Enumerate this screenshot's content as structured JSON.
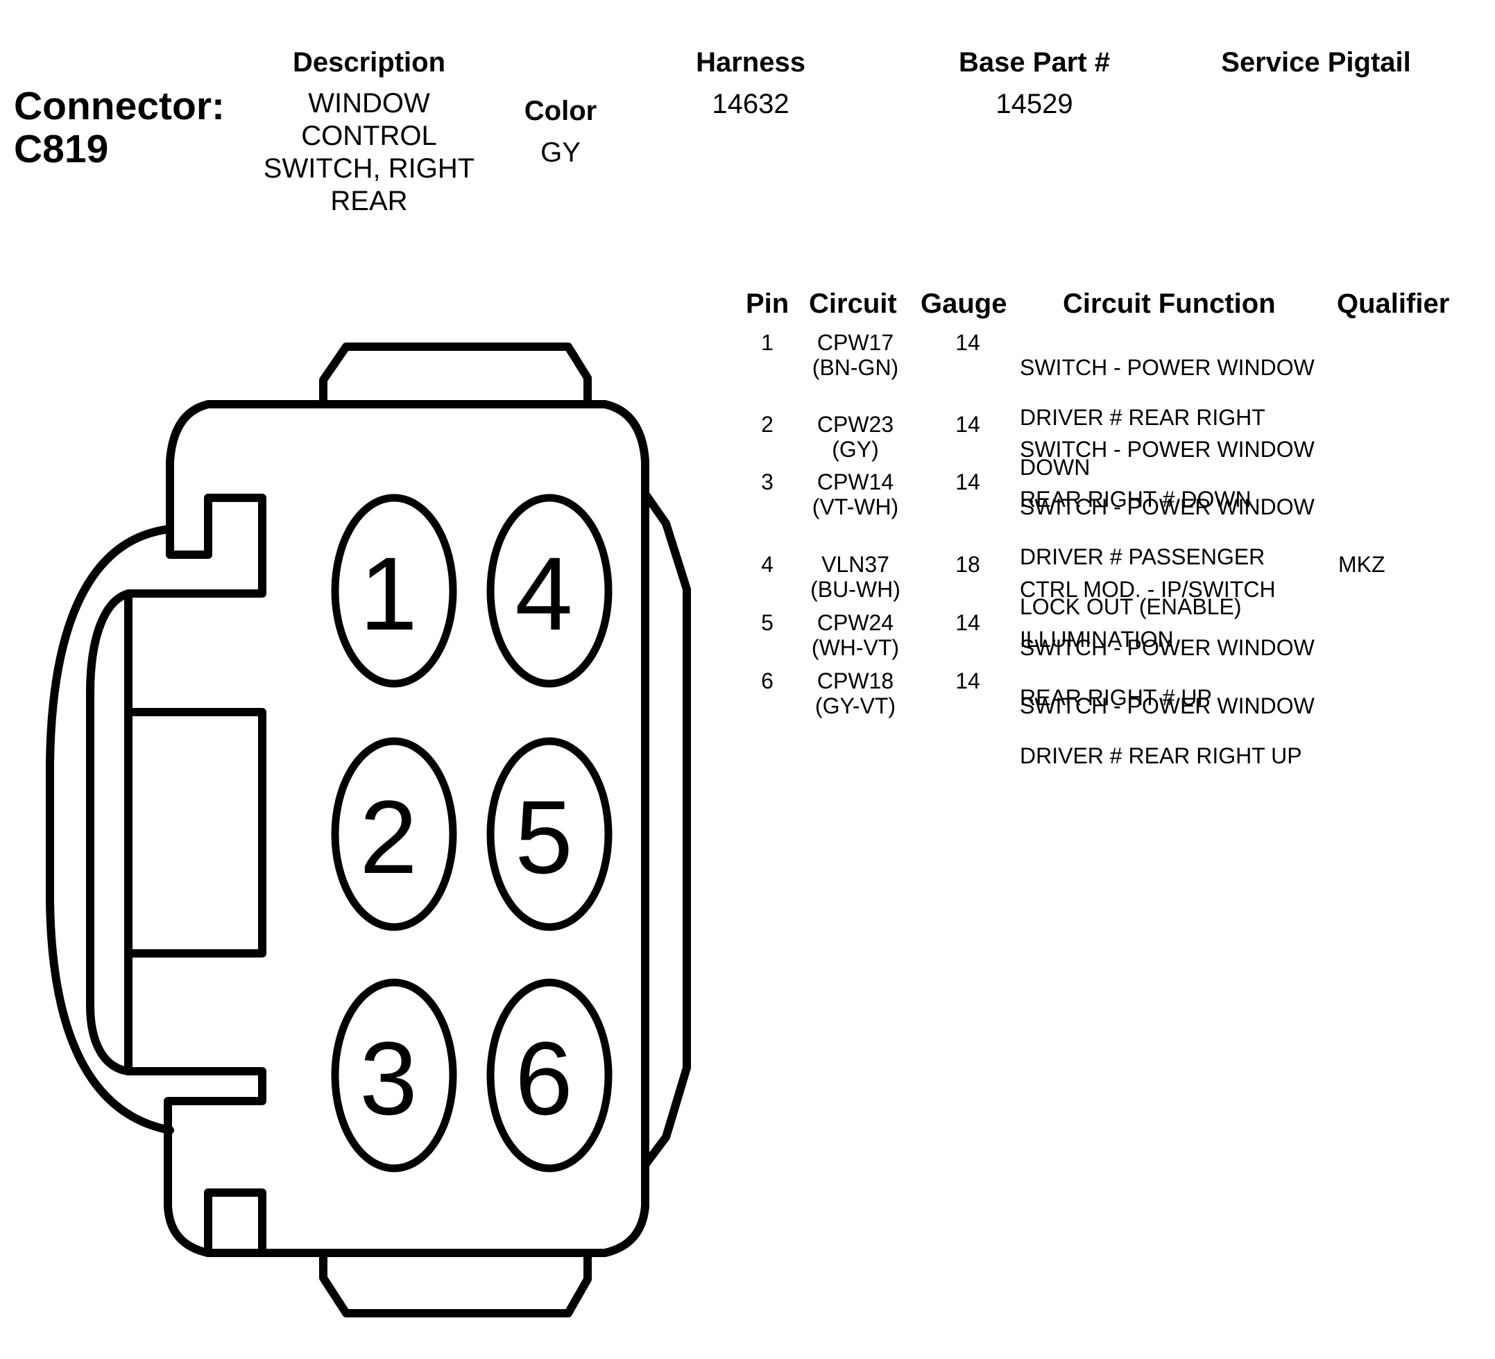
{
  "connector": {
    "label": "Connector:",
    "id": "C819"
  },
  "description": {
    "heading": "Description",
    "lines": [
      "WINDOW",
      "CONTROL",
      "SWITCH, RIGHT",
      "REAR"
    ]
  },
  "color": {
    "heading": "Color",
    "value": "GY"
  },
  "harness": {
    "heading": "Harness",
    "value": "14632"
  },
  "base_part": {
    "heading": "Base Part #",
    "value": "14529"
  },
  "service_pigtail": {
    "heading": "Service Pigtail",
    "value": ""
  },
  "table": {
    "headers": {
      "pin": "Pin",
      "circuit": "Circuit",
      "gauge": "Gauge",
      "function": "Circuit Function",
      "qualifier": "Qualifier"
    },
    "rows": [
      {
        "pin": "1",
        "circuit": "CPW17",
        "wire": "(BN-GN)",
        "gauge": "14",
        "function": [
          "SWITCH - POWER WINDOW",
          "DRIVER # REAR RIGHT",
          "DOWN"
        ],
        "qualifier": ""
      },
      {
        "pin": "2",
        "circuit": "CPW23",
        "wire": "(GY)",
        "gauge": "14",
        "function": [
          "SWITCH - POWER WINDOW",
          "REAR RIGHT # DOWN"
        ],
        "qualifier": ""
      },
      {
        "pin": "3",
        "circuit": "CPW14",
        "wire": "(VT-WH)",
        "gauge": "14",
        "function": [
          "SWITCH - POWER WINDOW",
          "DRIVER # PASSENGER",
          "LOCK OUT (ENABLE)"
        ],
        "qualifier": ""
      },
      {
        "pin": "4",
        "circuit": "VLN37",
        "wire": "(BU-WH)",
        "gauge": "18",
        "function": [
          "CTRL MOD. - IP/SWITCH",
          "ILLUMINATION"
        ],
        "qualifier": "MKZ"
      },
      {
        "pin": "5",
        "circuit": "CPW24",
        "wire": "(WH-VT)",
        "gauge": "14",
        "function": [
          "SWITCH - POWER WINDOW",
          "REAR RIGHT # UP"
        ],
        "qualifier": ""
      },
      {
        "pin": "6",
        "circuit": "CPW18",
        "wire": "(GY-VT)",
        "gauge": "14",
        "function": [
          "SWITCH - POWER WINDOW",
          "DRIVER # REAR RIGHT UP"
        ],
        "qualifier": ""
      }
    ]
  },
  "diagram": {
    "pin_labels": [
      "1",
      "2",
      "3",
      "4",
      "5",
      "6"
    ]
  }
}
